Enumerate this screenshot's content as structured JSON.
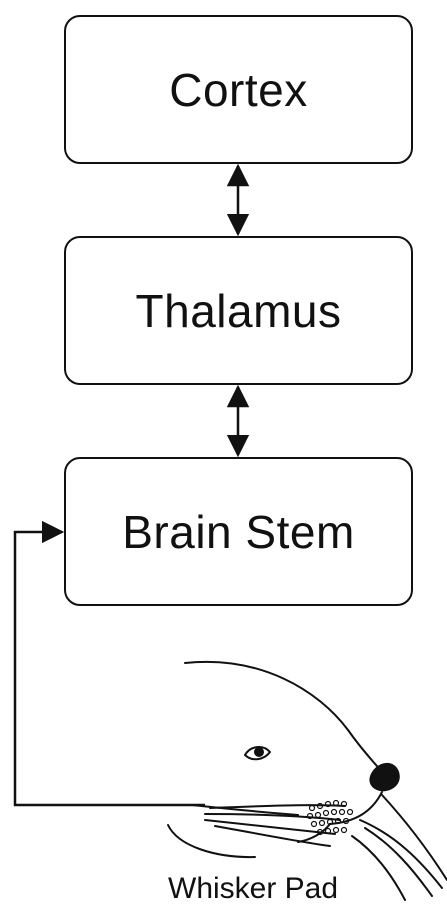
{
  "diagram": {
    "nodes": [
      {
        "id": "cortex",
        "label": "Cortex"
      },
      {
        "id": "thalamus",
        "label": "Thalamus"
      },
      {
        "id": "brain_stem",
        "label": "Brain Stem"
      }
    ],
    "edges": [
      {
        "from": "cortex",
        "to": "thalamus",
        "direction": "bidirectional"
      },
      {
        "from": "thalamus",
        "to": "brain_stem",
        "direction": "bidirectional"
      },
      {
        "from": "whisker_pad",
        "to": "brain_stem",
        "direction": "forward"
      }
    ],
    "illustration": {
      "subject": "seal-head-illustration",
      "caption": "Whisker Pad"
    }
  }
}
